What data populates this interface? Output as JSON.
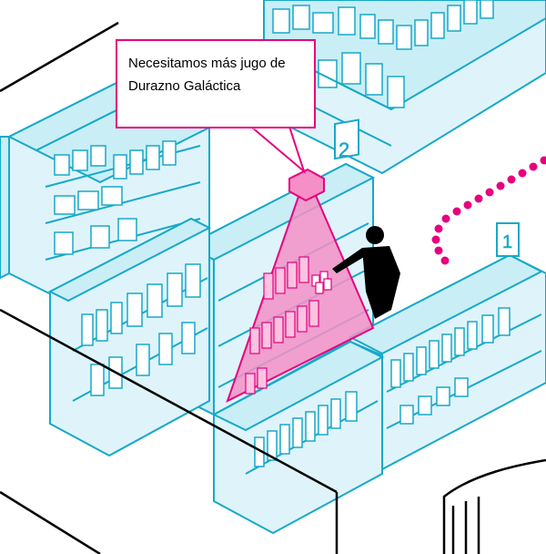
{
  "callout": {
    "line1": "Necesitamos más jugo de",
    "line2": "Durazno Galáctica"
  },
  "aisle_signs": [
    "2",
    "1"
  ],
  "colors": {
    "shelf_outline": "#17a9c9",
    "shelf_fill": "#c9eef6",
    "accent": "#e6007e",
    "accent_fill": "#f58fc6",
    "ink": "#000000",
    "background": "#ffffff"
  },
  "icons": [
    "ceiling-camera-icon",
    "shopper-figure-icon",
    "dotted-path-icon"
  ]
}
